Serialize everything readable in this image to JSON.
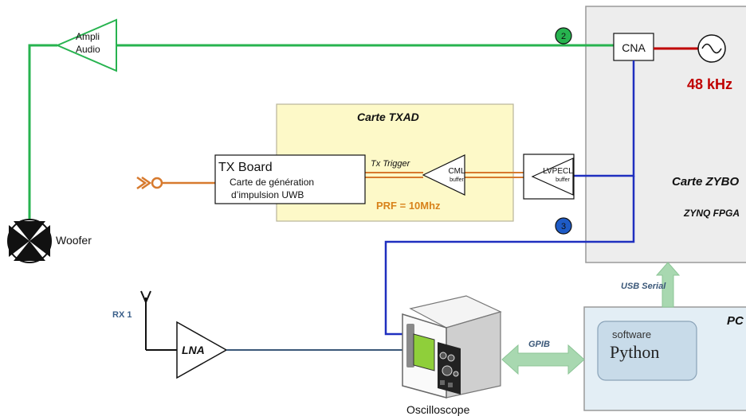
{
  "amplifier": {
    "line1": "Ampli",
    "line2": "Audio"
  },
  "woofer": {
    "label": "Woofer"
  },
  "txad_card": {
    "title": "Carte TXAD",
    "prf": "PRF = 10Mhz"
  },
  "tx_board": {
    "title": "TX Board",
    "line1": "Carte de génération",
    "line2": "d’impulsion UWB"
  },
  "tx_trigger": {
    "label": "Tx Trigger"
  },
  "cml_buffer": {
    "name": "CML",
    "sub": "buffer"
  },
  "lvpecl_buffer": {
    "name": "LVPECL",
    "sub": "buffer"
  },
  "zybo_card": {
    "title": "Carte ZYBO",
    "subtitle": "ZYNQ FPGA"
  },
  "cna": {
    "label": "CNA"
  },
  "oscillator": {
    "freq": "48 kHz"
  },
  "markers": {
    "m2": "2",
    "m3": "3"
  },
  "rx": {
    "label": "RX 1"
  },
  "lna": {
    "label": "LNA"
  },
  "oscilloscope": {
    "label": "Oscilloscope"
  },
  "links": {
    "gpib": "GPIB",
    "usb": "USB Serial"
  },
  "pc_box": {
    "title": "PC"
  },
  "software": {
    "line1": "software",
    "line2": "Python"
  },
  "colors": {
    "audio_green": "#27b34f",
    "signal_blue": "#1f2fbf",
    "trigger_orange": "#d77a2e",
    "rx_blue": "#3a5778",
    "txad_fill": "#fdf9c8",
    "zybo_fill": "#ededed",
    "pc_fill": "#e3eef5",
    "freq_red": "#c00000",
    "prf_orange": "#d8821a",
    "arrow_green": "#a8d8b0"
  }
}
